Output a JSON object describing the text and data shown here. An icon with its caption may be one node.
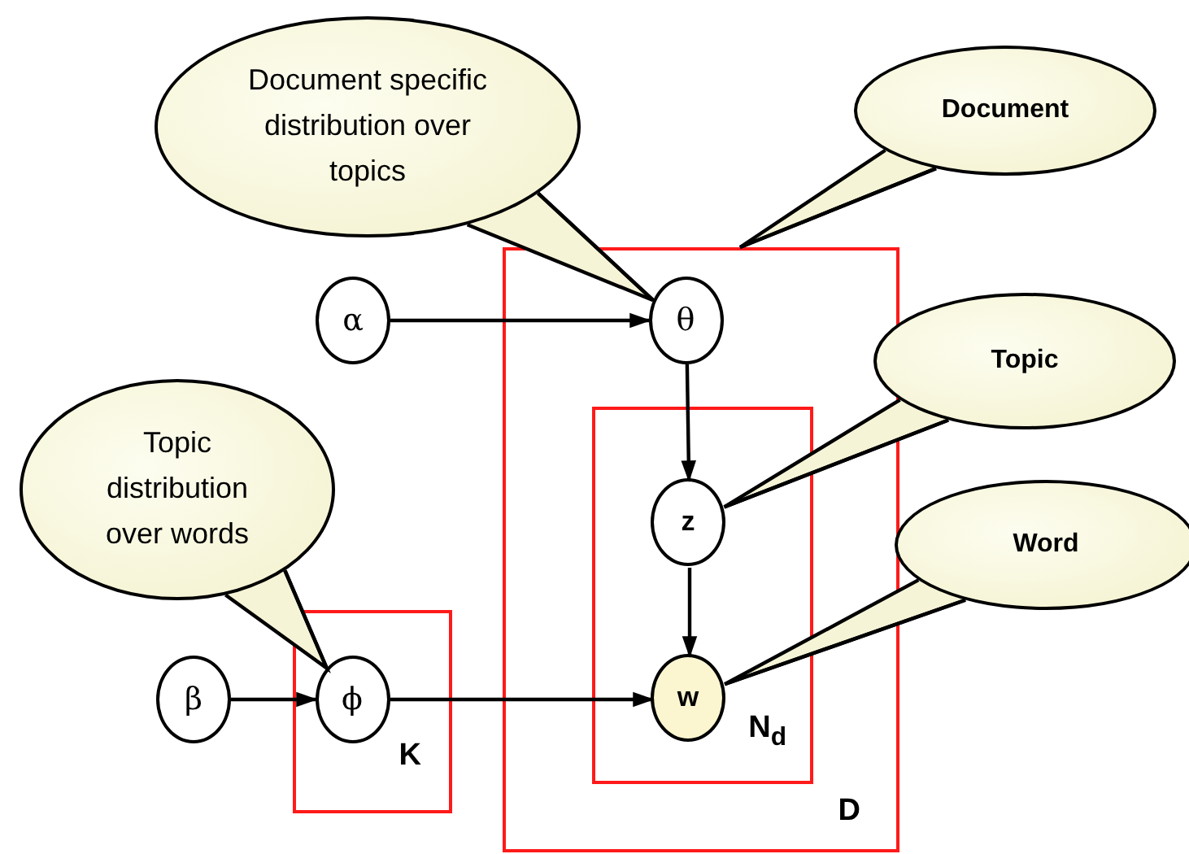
{
  "diagram": {
    "nodes": [
      {
        "text": [
          "Document specific distribution over topics"
        ]
      },
      {
        "text": [
          "Document"
        ]
      },
      {
        "text": [
          "D"
        ]
      },
      {
        "text": [
          "α"
        ]
      },
      {
        "text": [
          "θ"
        ],
        "in": 2
      },
      {
        "text": [
          "Topic"
        ]
      },
      {
        "text": [
          "N$_{d}$"
        ],
        "in": 2
      },
      {
        "text": [
          "z"
        ],
        "in": 6
      },
      {
        "text": [
          "Topic distribution over words"
        ]
      },
      {
        "text": [
          "Word"
        ]
      },
      {
        "text": [
          "β"
        ]
      },
      {
        "text": [
          "K"
        ]
      },
      {
        "text": [
          "ϕ"
        ],
        "in": 11
      },
      {
        "text": [
          "w"
        ],
        "in": 6
      }
    ],
    "edges": [
      {
        "from": 0,
        "to": 4,
        "arrow": "none"
      },
      {
        "from": 1,
        "to": 2,
        "arrow": "none"
      },
      {
        "from": 3,
        "to": 4,
        "arrow": "to"
      },
      {
        "from": 5,
        "to": 7,
        "arrow": "none"
      },
      {
        "from": 4,
        "to": 7,
        "arrow": "to"
      },
      {
        "from": 8,
        "to": 12,
        "arrow": "none"
      },
      {
        "from": 9,
        "to": 13,
        "arrow": "none"
      },
      {
        "from": 10,
        "to": 12,
        "arrow": "to"
      },
      {
        "from": 12,
        "to": 13,
        "arrow": "to"
      },
      {
        "from": 7,
        "to": 13,
        "arrow": "to"
      }
    ]
  }
}
